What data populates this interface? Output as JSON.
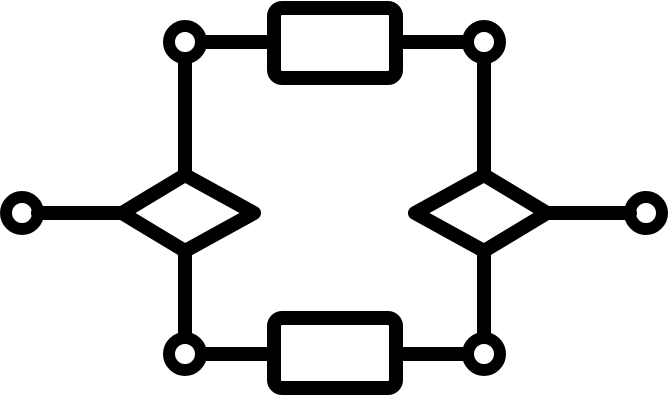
{
  "diagram": {
    "stroke_color": "#000000",
    "background_color": "#ffffff",
    "terminal_fill": "#ffffff",
    "nodes": [
      {
        "name": "input-terminal",
        "icon": "circle-terminal-icon"
      },
      {
        "name": "split-junction",
        "icon": "diamond-icon"
      },
      {
        "name": "top-left-terminal",
        "icon": "circle-terminal-icon"
      },
      {
        "name": "top-block",
        "icon": "rectangle-icon"
      },
      {
        "name": "top-right-terminal",
        "icon": "circle-terminal-icon"
      },
      {
        "name": "bottom-left-terminal",
        "icon": "circle-terminal-icon"
      },
      {
        "name": "bottom-block",
        "icon": "rectangle-icon"
      },
      {
        "name": "bottom-right-terminal",
        "icon": "circle-terminal-icon"
      },
      {
        "name": "merge-junction",
        "icon": "diamond-icon"
      },
      {
        "name": "output-terminal",
        "icon": "circle-terminal-icon"
      }
    ],
    "edges": [
      {
        "from": "input-terminal",
        "to": "split-junction"
      },
      {
        "from": "split-junction",
        "to": "top-left-terminal"
      },
      {
        "from": "split-junction",
        "to": "bottom-left-terminal"
      },
      {
        "from": "top-left-terminal",
        "to": "top-block"
      },
      {
        "from": "top-block",
        "to": "top-right-terminal"
      },
      {
        "from": "bottom-left-terminal",
        "to": "bottom-block"
      },
      {
        "from": "bottom-block",
        "to": "bottom-right-terminal"
      },
      {
        "from": "top-right-terminal",
        "to": "merge-junction"
      },
      {
        "from": "bottom-right-terminal",
        "to": "merge-junction"
      },
      {
        "from": "merge-junction",
        "to": "output-terminal"
      }
    ]
  }
}
